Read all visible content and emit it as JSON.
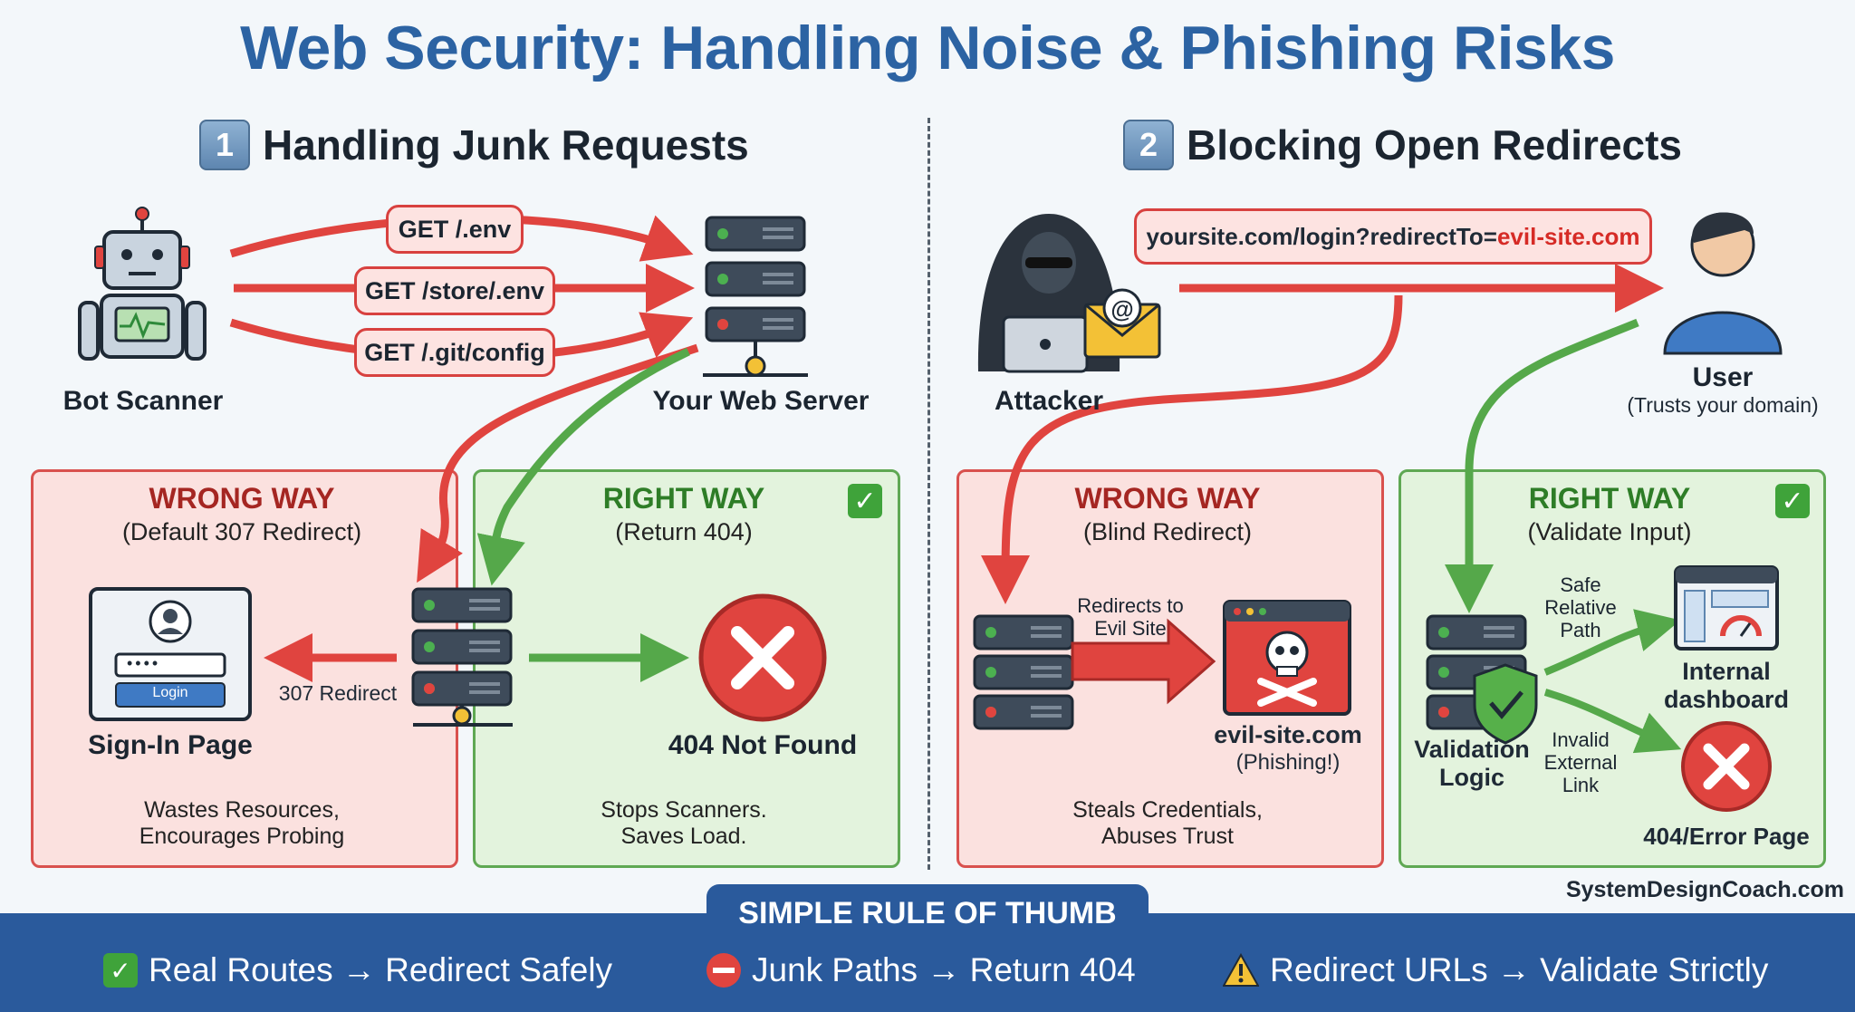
{
  "title": "Web Security: Handling Noise & Phishing Risks",
  "section1": {
    "number": "1",
    "title": "Handling Junk Requests"
  },
  "section2": {
    "number": "2",
    "title": "Blocking Open Redirects"
  },
  "left": {
    "bot_label": "Bot Scanner",
    "server_label": "Your Web Server",
    "requests": [
      "GET /.env",
      "GET /store/.env",
      "GET /.git/config"
    ],
    "wrong": {
      "heading": "WRONG WAY",
      "sub": "(Default 307 Redirect)",
      "arrow_label": "307 Redirect",
      "signin_label": "Sign-In Page",
      "login_button": "Login",
      "password_dots": "••••",
      "caption1": "Wastes Resources,",
      "caption2": "Encourages Probing"
    },
    "right": {
      "heading": "RIGHT WAY",
      "sub": "(Return 404)",
      "result_label": "404 Not Found",
      "caption1": "Stops Scanners.",
      "caption2": "Saves Load."
    }
  },
  "rightside": {
    "attacker_label": "Attacker",
    "url_prefix": "yoursite.com/login?redirectTo=",
    "url_evil": "evil-site.com",
    "user_label": "User",
    "user_sub": "(Trusts your domain)",
    "wrong": {
      "heading": "WRONG WAY",
      "sub": "(Blind Redirect)",
      "arrow_label1": "Redirects to",
      "arrow_label2": "Evil Site",
      "evil_label": "evil-site.com",
      "evil_sub": "(Phishing!)",
      "caption1": "Steals Credentials,",
      "caption2": "Abuses Trust"
    },
    "right": {
      "heading": "RIGHT WAY",
      "sub": "(Validate Input)",
      "safe1": "Safe",
      "safe2": "Relative",
      "safe3": "Path",
      "invalid1": "Invalid",
      "invalid2": "External",
      "invalid3": "Link",
      "logic1": "Validation",
      "logic2": "Logic",
      "dash1": "Internal",
      "dash2": "dashboard",
      "error_label": "404/Error Page"
    }
  },
  "brand": "SystemDesignCoach.com",
  "footer": {
    "heading": "SIMPLE RULE OF THUMB",
    "rules": [
      {
        "icon": "check-icon",
        "text": "Real Routes → Redirect Safely"
      },
      {
        "icon": "no-entry-icon",
        "text": "Junk Paths → Return 404"
      },
      {
        "icon": "warning-icon",
        "text": "Redirect URLs → Validate Strictly"
      }
    ]
  },
  "colors": {
    "accent_blue": "#2c63a3",
    "wrong_red": "#d9514e",
    "right_green": "#5fa853",
    "footer_blue": "#2a5a9c"
  }
}
